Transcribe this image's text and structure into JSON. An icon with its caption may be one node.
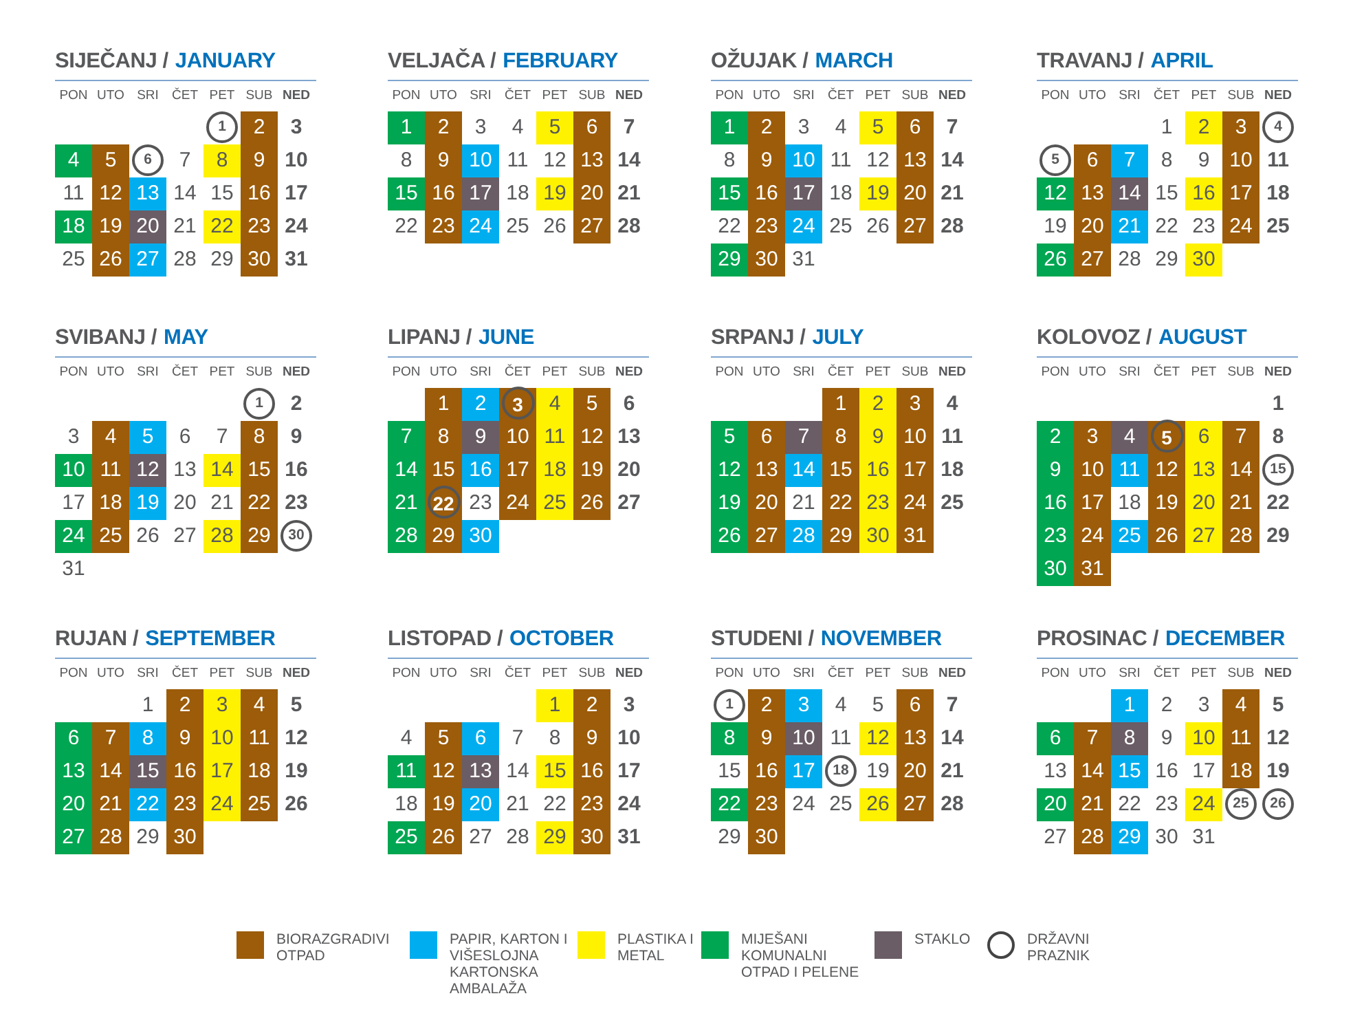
{
  "diagram": {
    "nodes": [
      {
        "text": [
          "1"
        ]
      },
      {
        "text": [
          "2"
        ]
      },
      {
        "text": [
          "4"
        ]
      },
      {
        "text": [
          "5"
        ]
      },
      {
        "text": [
          "6"
        ]
      },
      {
        "text": [
          "8"
        ]
      },
      {
        "text": [
          "9"
        ]
      },
      {
        "text": [
          "12"
        ]
      },
      {
        "text": [
          "13"
        ]
      },
      {
        "text": [
          "16"
        ]
      },
      {
        "text": [
          "18"
        ]
      },
      {
        "text": [
          "19"
        ]
      },
      {
        "text": [
          "20"
        ]
      },
      {
        "text": [
          "22"
        ]
      },
      {
        "text": [
          "23"
        ]
      },
      {
        "text": [
          "26"
        ]
      },
      {
        "text": [
          "27"
        ]
      },
      {
        "text": [
          "30"
        ]
      },
      {
        "text": [
          "1"
        ]
      },
      {
        "text": [
          "2"
        ]
      },
      {
        "text": [
          "5"
        ]
      },
      {
        "text": [
          "6"
        ]
      },
      {
        "text": [
          "9"
        ]
      },
      {
        "text": [
          "10"
        ]
      },
      {
        "text": [
          "13"
        ]
      },
      {
        "text": [
          "15"
        ]
      },
      {
        "text": [
          "16"
        ]
      },
      {
        "text": [
          "17"
        ]
      },
      {
        "text": [
          "19"
        ]
      },
      {
        "text": [
          "20"
        ]
      },
      {
        "text": [
          "23"
        ]
      },
      {
        "text": [
          "24"
        ]
      },
      {
        "text": [
          "27"
        ]
      },
      {
        "text": [
          "1"
        ]
      },
      {
        "text": [
          "2"
        ]
      },
      {
        "text": [
          "5"
        ]
      },
      {
        "text": [
          "6"
        ]
      },
      {
        "text": [
          "9"
        ]
      },
      {
        "text": [
          "10"
        ]
      },
      {
        "text": [
          "13"
        ]
      },
      {
        "text": [
          "15"
        ]
      },
      {
        "text": [
          "16"
        ]
      },
      {
        "text": [
          "17"
        ]
      },
      {
        "text": [
          "19"
        ]
      },
      {
        "text": [
          "20"
        ]
      },
      {
        "text": [
          "23"
        ]
      },
      {
        "text": [
          "24"
        ]
      },
      {
        "text": [
          "27"
        ]
      },
      {
        "text": [
          "29"
        ]
      },
      {
        "text": [
          "30"
        ]
      },
      {
        "text": [
          "2"
        ]
      },
      {
        "text": [
          "3"
        ]
      },
      {
        "text": [
          "4"
        ]
      },
      {
        "text": [
          "5"
        ]
      },
      {
        "text": [
          "6"
        ]
      },
      {
        "text": [
          "7"
        ]
      },
      {
        "text": [
          "10"
        ]
      },
      {
        "text": [
          "12"
        ]
      },
      {
        "text": [
          "13"
        ]
      },
      {
        "text": [
          "14"
        ]
      },
      {
        "text": [
          "16"
        ]
      },
      {
        "text": [
          "17"
        ]
      },
      {
        "text": [
          "20"
        ]
      },
      {
        "text": [
          "21"
        ]
      },
      {
        "text": [
          "24"
        ]
      },
      {
        "text": [
          "26"
        ]
      },
      {
        "text": [
          "27"
        ]
      },
      {
        "text": [
          "30"
        ]
      },
      {
        "text": [
          "1"
        ]
      },
      {
        "text": [
          "4"
        ]
      },
      {
        "text": [
          "5"
        ]
      },
      {
        "text": [
          "8"
        ]
      },
      {
        "text": [
          "10"
        ]
      },
      {
        "text": [
          "11"
        ]
      },
      {
        "text": [
          "12"
        ]
      },
      {
        "text": [
          "14"
        ]
      },
      {
        "text": [
          "15"
        ]
      },
      {
        "text": [
          "18"
        ]
      },
      {
        "text": [
          "19"
        ]
      },
      {
        "text": [
          "22"
        ]
      },
      {
        "text": [
          "24"
        ]
      },
      {
        "text": [
          "25"
        ]
      },
      {
        "text": [
          "28"
        ]
      },
      {
        "text": [
          "29"
        ]
      },
      {
        "text": [
          "30"
        ]
      },
      {
        "text": [
          "1"
        ]
      },
      {
        "text": [
          "2"
        ]
      },
      {
        "text": [
          "3"
        ]
      },
      {
        "text": [
          "4"
        ]
      },
      {
        "text": [
          "5"
        ]
      },
      {
        "text": [
          "7"
        ]
      },
      {
        "text": [
          "8"
        ]
      },
      {
        "text": [
          "9"
        ]
      },
      {
        "text": [
          "10"
        ]
      },
      {
        "text": [
          "11"
        ]
      },
      {
        "text": [
          "12"
        ]
      },
      {
        "text": [
          "14"
        ]
      },
      {
        "text": [
          "15"
        ]
      },
      {
        "text": [
          "16"
        ]
      },
      {
        "text": [
          "17"
        ]
      },
      {
        "text": [
          "18"
        ]
      },
      {
        "text": [
          "19"
        ]
      },
      {
        "text": [
          "21"
        ]
      },
      {
        "text": [
          "22"
        ]
      },
      {
        "text": [
          "24"
        ]
      },
      {
        "text": [
          "25"
        ]
      },
      {
        "text": [
          "26"
        ]
      },
      {
        "text": [
          "28"
        ]
      },
      {
        "text": [
          "29"
        ]
      },
      {
        "text": [
          "30"
        ]
      },
      {
        "text": [
          "1"
        ]
      },
      {
        "text": [
          "2"
        ]
      },
      {
        "text": [
          "3"
        ]
      },
      {
        "text": [
          "5"
        ]
      },
      {
        "text": [
          "6"
        ]
      },
      {
        "text": [
          "7"
        ]
      },
      {
        "text": [
          "8"
        ]
      },
      {
        "text": [
          "9"
        ]
      },
      {
        "text": [
          "10"
        ]
      },
      {
        "text": [
          "12"
        ]
      },
      {
        "text": [
          "13"
        ]
      },
      {
        "text": [
          "14"
        ]
      },
      {
        "text": [
          "15"
        ]
      },
      {
        "text": [
          "16"
        ]
      },
      {
        "text": [
          "17"
        ]
      },
      {
        "text": [
          "19"
        ]
      },
      {
        "text": [
          "20"
        ]
      },
      {
        "text": [
          "22"
        ]
      },
      {
        "text": [
          "23"
        ]
      },
      {
        "text": [
          "24"
        ]
      },
      {
        "text": [
          "26"
        ]
      },
      {
        "text": [
          "27"
        ]
      },
      {
        "text": [
          "28"
        ]
      },
      {
        "text": [
          "29"
        ]
      },
      {
        "text": [
          "30"
        ]
      },
      {
        "text": [
          "31"
        ]
      },
      {
        "text": [
          "2"
        ]
      },
      {
        "text": [
          "3"
        ]
      },
      {
        "text": [
          "4"
        ]
      },
      {
        "text": [
          "5"
        ]
      },
      {
        "text": [
          "6"
        ]
      },
      {
        "text": [
          "7"
        ]
      },
      {
        "text": [
          "9"
        ]
      },
      {
        "text": [
          "10"
        ]
      },
      {
        "text": [
          "11"
        ]
      },
      {
        "text": [
          "12"
        ]
      },
      {
        "text": [
          "13"
        ]
      },
      {
        "text": [
          "14"
        ]
      },
      {
        "text": [
          "15"
        ]
      },
      {
        "text": [
          "16"
        ]
      },
      {
        "text": [
          "17"
        ]
      },
      {
        "text": [
          "19"
        ]
      },
      {
        "text": [
          "20"
        ]
      },
      {
        "text": [
          "21"
        ]
      },
      {
        "text": [
          "23"
        ]
      },
      {
        "text": [
          "24"
        ]
      },
      {
        "text": [
          "25"
        ]
      },
      {
        "text": [
          "26"
        ]
      },
      {
        "text": [
          "27"
        ]
      },
      {
        "text": [
          "28"
        ]
      },
      {
        "text": [
          "30"
        ]
      },
      {
        "text": [
          "31"
        ]
      },
      {
        "text": [
          "2"
        ]
      },
      {
        "text": [
          "3"
        ]
      },
      {
        "text": [
          "4"
        ]
      },
      {
        "text": [
          "6"
        ]
      },
      {
        "text": [
          "7"
        ]
      },
      {
        "text": [
          "8"
        ]
      },
      {
        "text": [
          "9"
        ]
      },
      {
        "text": [
          "10"
        ]
      },
      {
        "text": [
          "11"
        ]
      },
      {
        "text": [
          "13"
        ]
      },
      {
        "text": [
          "14"
        ]
      },
      {
        "text": [
          "15"
        ]
      },
      {
        "text": [
          "16"
        ]
      },
      {
        "text": [
          "17"
        ]
      },
      {
        "text": [
          "18"
        ]
      },
      {
        "text": [
          "20"
        ]
      },
      {
        "text": [
          "21"
        ]
      },
      {
        "text": [
          "22"
        ]
      },
      {
        "text": [
          "23"
        ]
      },
      {
        "text": [
          "24"
        ]
      },
      {
        "text": [
          "25"
        ]
      },
      {
        "text": [
          "27"
        ]
      },
      {
        "text": [
          "28"
        ]
      },
      {
        "text": [
          "30"
        ]
      },
      {
        "text": [
          "1"
        ]
      },
      {
        "text": [
          "2"
        ]
      },
      {
        "text": [
          "5"
        ]
      },
      {
        "text": [
          "6"
        ]
      },
      {
        "text": [
          "9"
        ]
      },
      {
        "text": [
          "11"
        ]
      },
      {
        "text": [
          "12"
        ]
      },
      {
        "text": [
          "13"
        ]
      },
      {
        "text": [
          "15"
        ]
      },
      {
        "text": [
          "16"
        ]
      },
      {
        "text": [
          "19"
        ]
      },
      {
        "text": [
          "20"
        ]
      },
      {
        "text": [
          "23"
        ]
      },
      {
        "text": [
          "25"
        ]
      },
      {
        "text": [
          "26"
        ]
      },
      {
        "text": [
          "29"
        ]
      },
      {
        "text": [
          "30"
        ]
      },
      {
        "text": [
          "1"
        ]
      },
      {
        "text": [
          "2"
        ]
      },
      {
        "text": [
          "3"
        ]
      },
      {
        "text": [
          "6"
        ]
      },
      {
        "text": [
          "8"
        ]
      },
      {
        "text": [
          "9"
        ]
      },
      {
        "text": [
          "10"
        ]
      },
      {
        "text": [
          "12"
        ]
      },
      {
        "text": [
          "13"
        ]
      },
      {
        "text": [
          "16"
        ]
      },
      {
        "text": [
          "17"
        ]
      },
      {
        "text": [
          "18"
        ]
      },
      {
        "text": [
          "20"
        ]
      },
      {
        "text": [
          "22"
        ]
      },
      {
        "text": [
          "23"
        ]
      },
      {
        "text": [
          "26"
        ]
      },
      {
        "text": [
          "27"
        ]
      },
      {
        "text": [
          "30"
        ]
      },
      {
        "text": [
          "1"
        ]
      },
      {
        "text": [
          "4"
        ]
      },
      {
        "text": [
          "6"
        ]
      },
      {
        "text": [
          "7"
        ]
      },
      {
        "text": [
          "8"
        ]
      },
      {
        "text": [
          "10"
        ]
      },
      {
        "text": [
          "11"
        ]
      },
      {
        "text": [
          "14"
        ]
      },
      {
        "text": [
          "15"
        ]
      },
      {
        "text": [
          "18"
        ]
      },
      {
        "text": [
          "20"
        ]
      },
      {
        "text": [
          "21"
        ]
      },
      {
        "text": [
          "24"
        ]
      },
      {
        "text": [
          "25"
        ]
      },
      {
        "text": [
          "26"
        ]
      },
      {
        "text": [
          "28"
        ]
      },
      {
        "text": [
          "29"
        ]
      }
    ],
    "labels": [
      "SIJEČANJ /",
      "JANUARY",
      "PON",
      "UTO",
      "SRI",
      "ČET",
      "PET",
      "SUB",
      "NED",
      "3",
      "7",
      "10",
      "11",
      "14",
      "15",
      "17",
      "21",
      "24",
      "25",
      "28",
      "29",
      "31",
      "VELJAČA /",
      "FEBRUARY",
      "PON",
      "UTO",
      "SRI",
      "ČET",
      "PET",
      "SUB",
      "NED",
      "3",
      "4",
      "7",
      "8",
      "11",
      "12",
      "14",
      "18",
      "21",
      "22",
      "25",
      "26",
      "28",
      "OŽUJAK /",
      "MARCH",
      "PON",
      "UTO",
      "SRI",
      "ČET",
      "PET",
      "SUB",
      "NED",
      "3",
      "4",
      "7",
      "8",
      "11",
      "12",
      "14",
      "18",
      "21",
      "22",
      "25",
      "26",
      "28",
      "31",
      "TRAVANJ /",
      "APRIL",
      "PON",
      "UTO",
      "SRI",
      "ČET",
      "PET",
      "SUB",
      "NED",
      "1",
      "8",
      "9",
      "11",
      "15",
      "18",
      "19",
      "22",
      "23",
      "25",
      "28",
      "29",
      "SVIBANJ /",
      "MAY",
      "PON",
      "UTO",
      "SRI",
      "ČET",
      "PET",
      "SUB",
      "NED",
      "2",
      "3",
      "6",
      "7",
      "9",
      "13",
      "16",
      "17",
      "20",
      "21",
      "23",
      "26",
      "27",
      "31",
      "LIPANJ /",
      "JUNE",
      "PON",
      "UTO",
      "SRI",
      "ČET",
      "PET",
      "SUB",
      "NED",
      "6",
      "13",
      "20",
      "23",
      "27",
      "SRPANJ /",
      "JULY",
      "PON",
      "UTO",
      "SRI",
      "ČET",
      "PET",
      "SUB",
      "NED",
      "4",
      "11",
      "18",
      "21",
      "25",
      "KOLOVOZ /",
      "AUGUST",
      "PON",
      "UTO",
      "SRI",
      "ČET",
      "PET",
      "SUB",
      "NED",
      "1",
      "8",
      "18",
      "22",
      "29",
      "RUJAN /",
      "SEPTEMBER",
      "PON",
      "UTO",
      "SRI",
      "ČET",
      "PET",
      "SUB",
      "NED",
      "1",
      "5",
      "12",
      "19",
      "26",
      "29",
      "LISTOPAD /",
      "OCTOBER",
      "PON",
      "UTO",
      "SRI",
      "ČET",
      "PET",
      "SUB",
      "NED",
      "3",
      "4",
      "7",
      "8",
      "10",
      "14",
      "17",
      "18",
      "21",
      "22",
      "24",
      "27",
      "28",
      "31",
      "STUDENI /",
      "NOVEMBER",
      "PON",
      "UTO",
      "SRI",
      "ČET",
      "PET",
      "SUB",
      "NED",
      "4",
      "5",
      "7",
      "11",
      "14",
      "15",
      "19",
      "21",
      "24",
      "25",
      "28",
      "29",
      "PROSINAC /",
      "DECEMBER",
      "PON",
      "UTO",
      "SRI",
      "ČET",
      "PET",
      "SUB",
      "NED",
      "2",
      "3",
      "5",
      "9",
      "12",
      "13",
      "16",
      "17",
      "19",
      "22",
      "23",
      "27",
      "30",
      "31"
    ],
    "legend": [
      {
        "text": "BIORAZGRADIVI OTPAD",
        "color": "#9c5c0a"
      },
      {
        "text": "PAPIR, KARTON I VIŠESLOJNA KARTONSKA AMBALAŽA",
        "color": "#00aeef"
      },
      {
        "text": "PLASTIKA I METAL",
        "color": "#fff200"
      },
      {
        "text": "MIJEŠANI KOMUNALNI OTPAD I PELENE",
        "color": "#00a651"
      },
      {
        "text": "STAKLO",
        "color": "#6a5d65"
      },
      {
        "text": "DRŽAVNI PRAZNIK"
      }
    ]
  }
}
